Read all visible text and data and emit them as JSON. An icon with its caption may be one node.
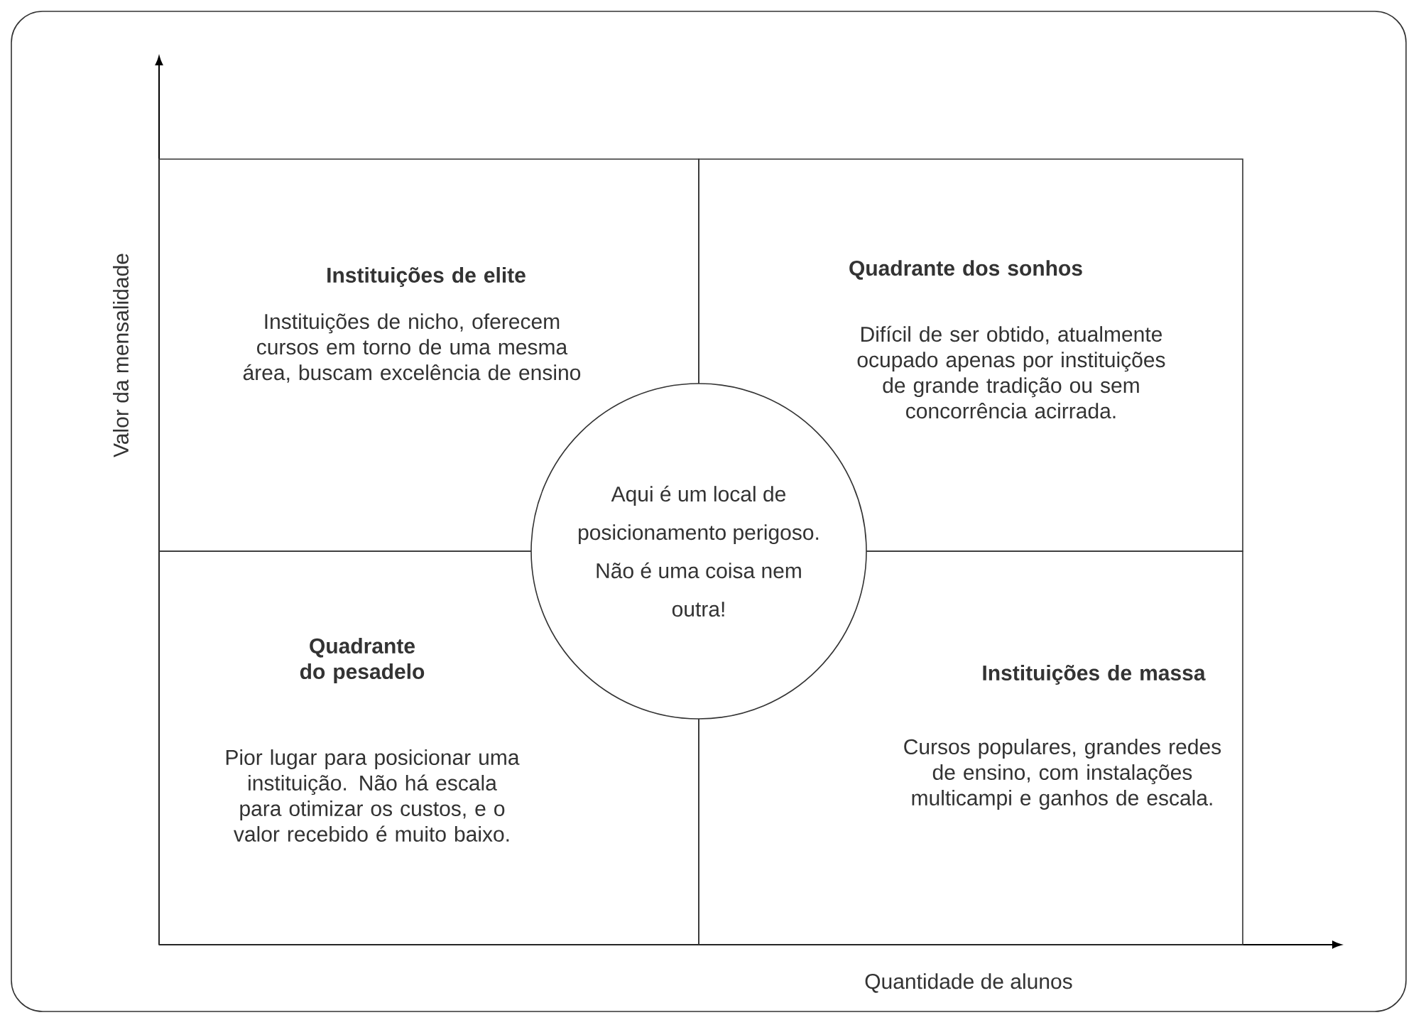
{
  "diagram": {
    "nodes": [
      {
        "text": [
          "Instituições de elite",
          "Instituições de nicho, oferecem cursos em torno de uma mesma área, buscam excelência de ensino"
        ]
      },
      {
        "text": [
          "Quadrante dos sonhos",
          "Difícil de ser obtido, atualmente ocupado apenas por instituições de grande tradição ou sem concorrência acirrada."
        ]
      },
      {
        "text": [
          "Quadrante do pesadelo",
          "Pior lugar para posicionar uma instituição. Não há escala para otimizar os custos, e o valor recebido é muito baixo."
        ]
      },
      {
        "text": [
          "Instituições de massa",
          "Cursos populares, grandes redes de ensino, com instalações multicampi e ganhos de escala."
        ]
      },
      {
        "text": [
          "Aqui é um local de posicionamento perigoso. Não é uma coisa nem outra!"
        ]
      }
    ],
    "labels": [
      "Valor da mensalidade",
      "Quantidade de alunos"
    ]
  }
}
